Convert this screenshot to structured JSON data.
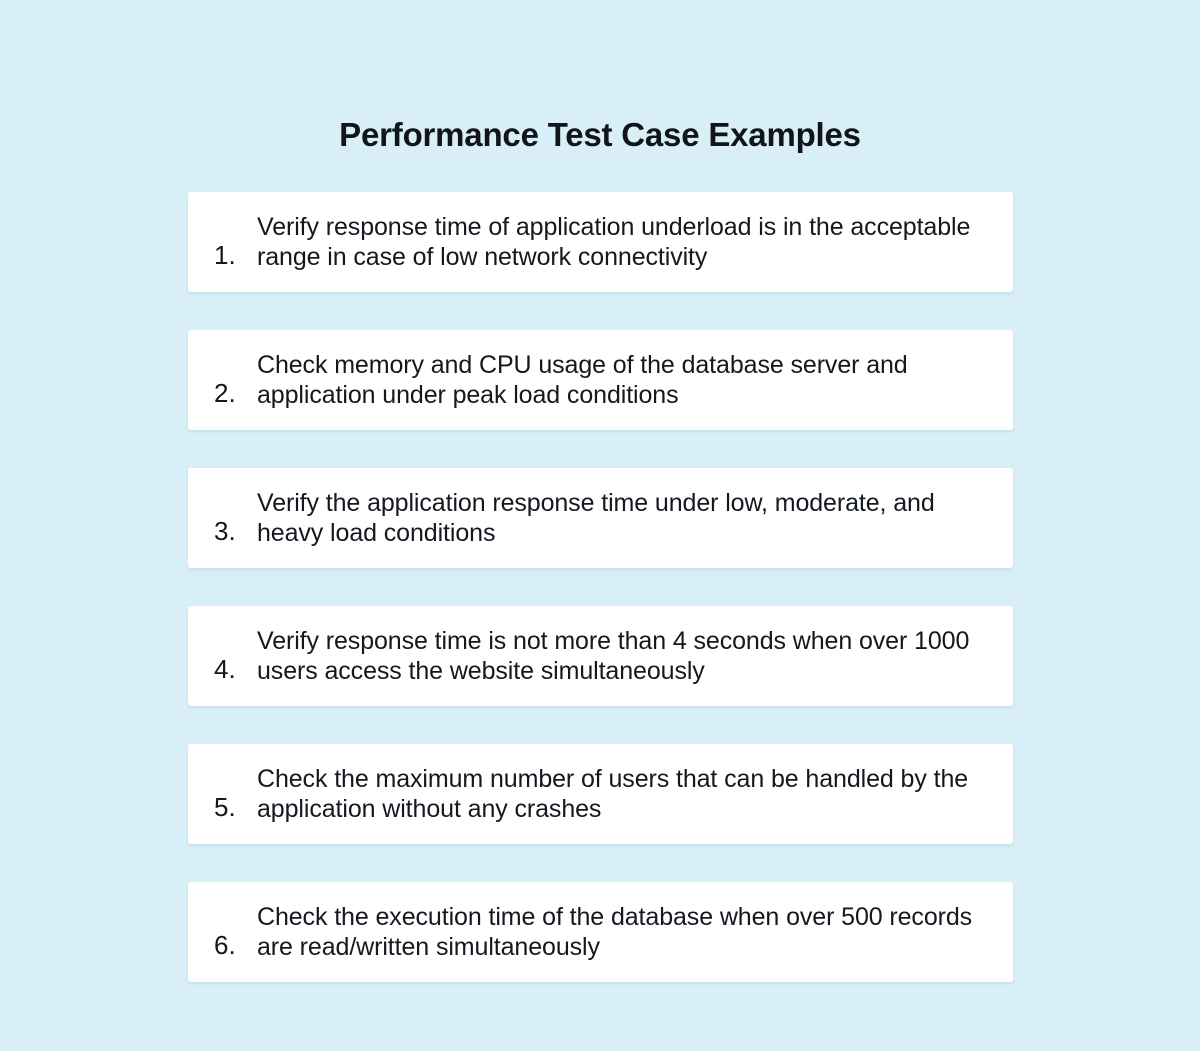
{
  "page": {
    "title": "Performance Test Case Examples",
    "background_color": "#d9eff8",
    "card_color": "#ffffff",
    "text_color": "#14181f"
  },
  "list": {
    "items": [
      {
        "number": "1.",
        "text": "Verify response time of application underload is in the acceptable range in case of low network connectivity"
      },
      {
        "number": "2.",
        "text": "Check memory and CPU usage of the database server and application under peak load conditions"
      },
      {
        "number": "3.",
        "text": "Verify the application response time under low, moderate, and heavy load conditions"
      },
      {
        "number": "4.",
        "text": "Verify response time is not more than 4 seconds when over 1000 users access the website simultaneously"
      },
      {
        "number": "5.",
        "text": "Check the maximum number of users that can be handled by the application without any crashes"
      },
      {
        "number": "6.",
        "text": "Check the execution time of the database when over 500 records are read/written simultaneously"
      }
    ]
  }
}
